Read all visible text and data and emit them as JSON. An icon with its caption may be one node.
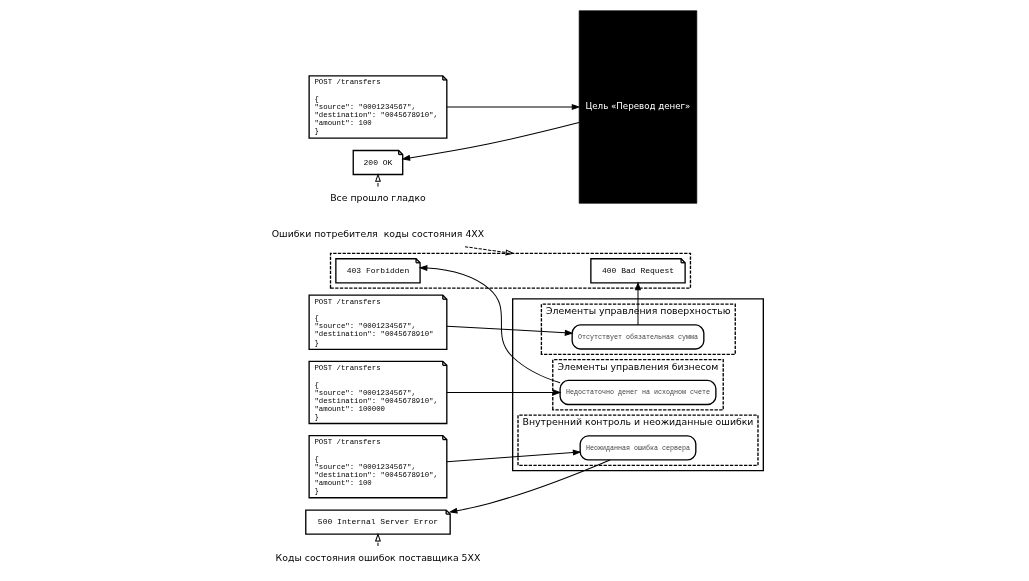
{
  "diagram": {
    "nodes": [
      {
        "text": [
          "Ошибки потребителя  коды состояния 4XX"
        ]
      },
      {
        "text": [
          "POST /transfers",
          "{ \"source\": \"0001234567\", \"destination\": \"0045678910\" }"
        ]
      },
      {
        "text": [],
        "shape": "box"
      },
      {
        "text": [
          "400 Bad Request"
        ],
        "in": 2
      },
      {
        "text": [
          "403 Forbidden"
        ],
        "in": 2
      },
      {
        "text": [
          "POST /transfers",
          "{ \"source\": \"0001234567\", \"destination\": \"0045678910\", \"amount\": 100000 }"
        ]
      },
      {
        "text": [
          "POST /transfers",
          "{ \"source\": \"0001234567\", \"destination\": \"0045678910\", \"amount\": 100 }"
        ]
      },
      {
        "text": [
          "500 Internal Server Error"
        ]
      },
      {
        "text": [
          "POST /transfers",
          "{ \"source\": \"0001234567\", \"destination\": \"0045678910\", \"amount\": 100 }"
        ]
      },
      {
        "text": [
          "200 OK"
        ]
      },
      {
        "text": [
          "Цель «Перевод денег»"
        ]
      },
      {
        "text": [],
        "shape": "box"
      },
      {
        "text": [
          "Элементы управления поверхностью"
        ],
        "in": 11
      },
      {
        "text": [
          "Отсутствует обязательная сумма"
        ],
        "in": 12
      },
      {
        "text": [
          "Элементы управления бизнесом"
        ],
        "in": 11
      },
      {
        "text": [
          "Недостаточно денег на исходном счете"
        ],
        "in": 14
      },
      {
        "text": [
          "Внутренний контроль и неожиданные ошибки"
        ],
        "in": 11
      },
      {
        "text": [
          "Неожиданная ошибка сервера"
        ],
        "in": 16
      },
      {
        "text": [
          "Коды состояния ошибок поставщика 5XX"
        ]
      },
      {
        "text": [
          "Все прошло гладко"
        ]
      }
    ],
    "edges": [
      {
        "from": 0,
        "to": 2,
        "arrow": "to",
        "style": "dashed"
      },
      {
        "from": 1,
        "to": 13,
        "arrow": "to"
      },
      {
        "from": 13,
        "to": 3,
        "arrow": "to"
      },
      {
        "from": 15,
        "to": 4,
        "arrow": "to"
      },
      {
        "from": 5,
        "to": 15,
        "arrow": "to"
      },
      {
        "from": 6,
        "to": 17,
        "arrow": "to"
      },
      {
        "from": 17,
        "to": 7,
        "arrow": "to"
      },
      {
        "from": 18,
        "to": 7,
        "arrow": "to",
        "style": "dashed"
      },
      {
        "from": 8,
        "to": 10,
        "arrow": "to"
      },
      {
        "from": 10,
        "to": 9,
        "arrow": "to"
      },
      {
        "from": 19,
        "to": 9,
        "arrow": "to",
        "style": "dashed"
      }
    ]
  }
}
